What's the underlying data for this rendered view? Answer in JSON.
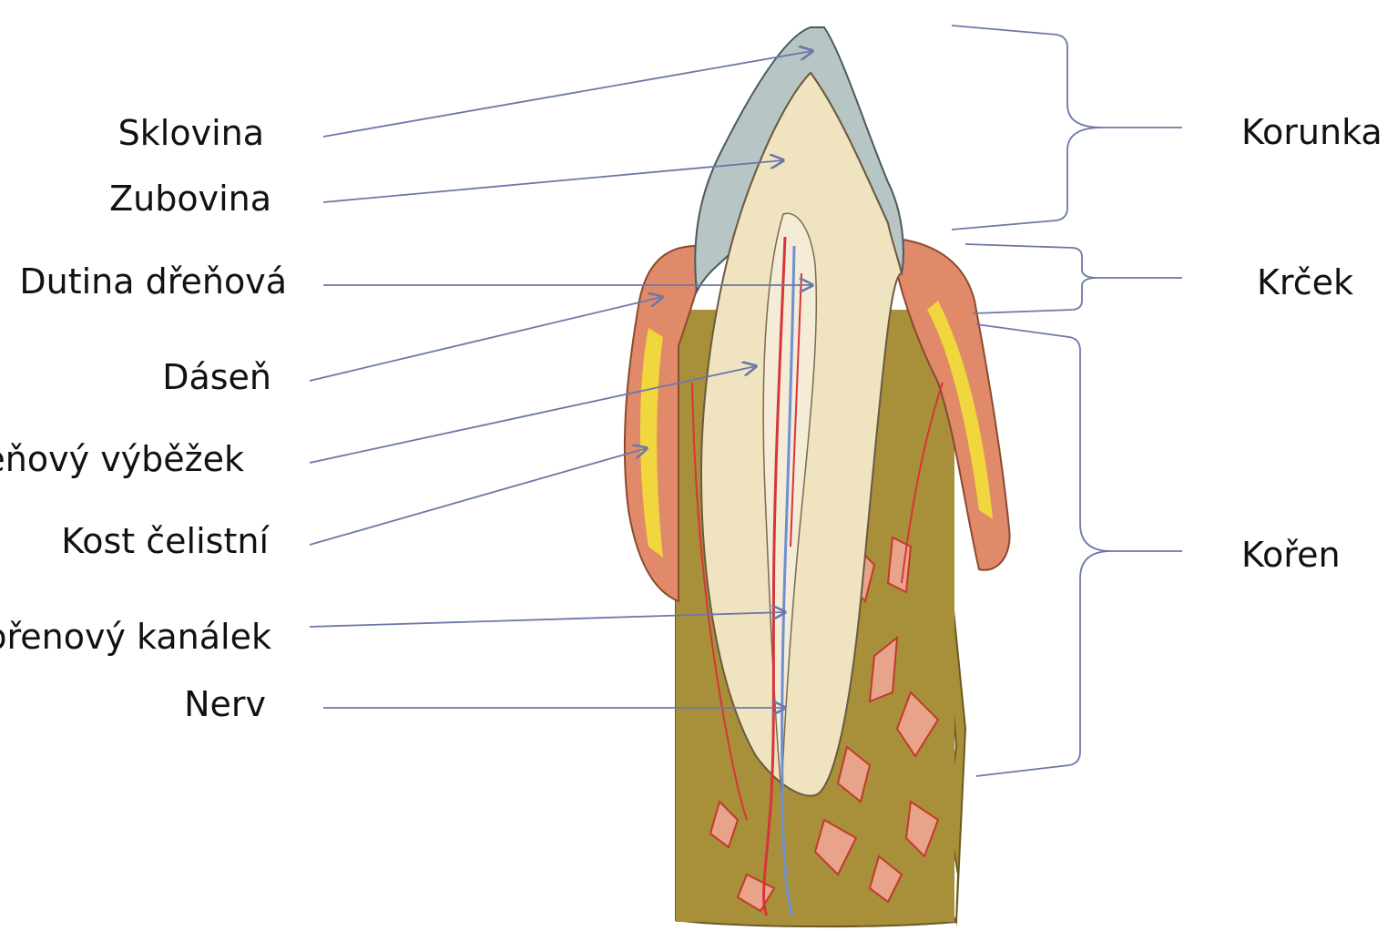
{
  "diagram": {
    "left_labels": [
      "Sklovina",
      "Zubovina",
      "Dutina dřeňová",
      "Dáseň",
      "dřeňový výběžek",
      "Kost čelistní",
      "kořenový kanálek",
      "Nerv"
    ],
    "right_labels": [
      "Korunka",
      "Krček",
      "Kořen"
    ],
    "colors": {
      "leader_line": "#6b78a8",
      "enamel": "#b7c6c4",
      "dentin": "#efe4bf",
      "gum": "#e08a6a",
      "bone": "#a88f3a",
      "vessel_red": "#d8343a",
      "vessel_blue": "#6f8fd0"
    }
  }
}
